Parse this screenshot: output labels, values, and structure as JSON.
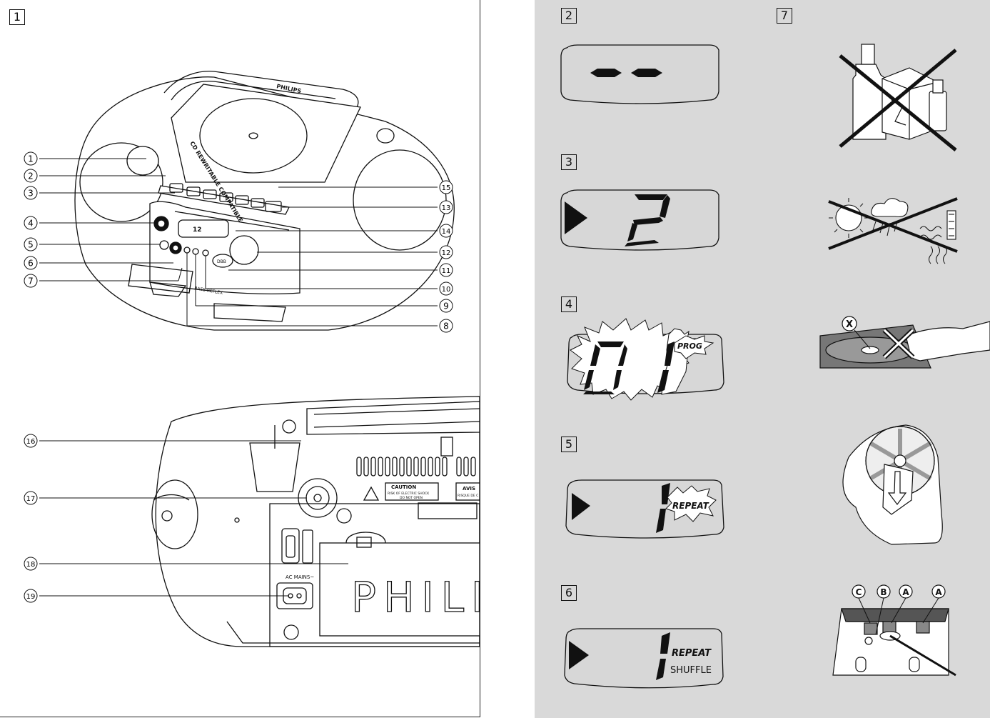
{
  "figures": {
    "f1": "1",
    "f2": "2",
    "f3": "3",
    "f4": "4",
    "f5": "5",
    "f6": "6",
    "f7": "7"
  },
  "callouts": [
    "1",
    "2",
    "3",
    "4",
    "5",
    "6",
    "7",
    "8",
    "9",
    "10",
    "11",
    "12",
    "13",
    "14",
    "15",
    "16",
    "17",
    "18",
    "19"
  ],
  "device_text": {
    "brand": "PHILIPS",
    "cd_label": "CD REWRITABLE COMPATIBLE",
    "display": "12",
    "dbb": "DBB",
    "bass_reflex": "BASS REFLEX",
    "ac_mains": "AC MAINS~",
    "caution": "CAUTION",
    "caution_sub1": "RISK OF ELECTRIC SHOCK",
    "caution_sub2": "DO NOT OPEN",
    "avis": "AVIS",
    "avis_sub": "RISQUE DE C",
    "rear_brand": "PHILI"
  },
  "displays": {
    "fig3_digit": "2",
    "fig4_digits": "01",
    "fig4_label": "PROG",
    "fig5_label": "REPEAT",
    "fig6_label1": "REPEAT",
    "fig6_label2": "SHUFFLE"
  },
  "maintenance_labels": {
    "disc_mark": "X",
    "lens_c": "C",
    "lens_b": "B",
    "lens_a1": "A",
    "lens_a2": "A"
  },
  "colors": {
    "page_gray": "#d9d9d9",
    "ink": "#111111",
    "display_fill": "#d7d7d7"
  }
}
